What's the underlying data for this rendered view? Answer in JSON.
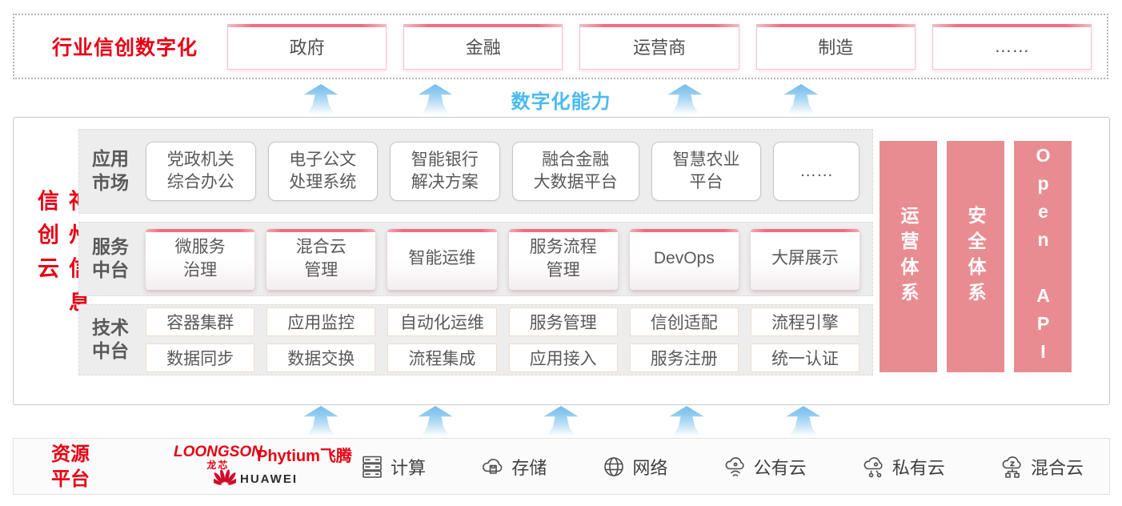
{
  "colors": {
    "accent_red": "#e60014",
    "pillar_pink": "#e98c91",
    "capability_blue": "#4abaf2",
    "row_background": "#ededed",
    "box_top_bar_pink": "#ee6c81"
  },
  "top_band": {
    "label": "行业信创数字化",
    "items": [
      "政府",
      "金融",
      "运营商",
      "制造",
      "……"
    ]
  },
  "capability": {
    "label": "数字化能力"
  },
  "main": {
    "vertical_title": "神州信息信创云",
    "app_row": {
      "label": "应用\n市场",
      "items": [
        "党政机关\n综合办公",
        "电子公文\n处理系统",
        "智能银行\n解决方案",
        "融合金融\n大数据平台",
        "智慧农业\n平台",
        "……"
      ]
    },
    "service_row": {
      "label": "服务\n中台",
      "items": [
        "微服务\n治理",
        "混合云\n管理",
        "智能运维",
        "服务流程\n管理",
        "DevOps",
        "大屏展示"
      ]
    },
    "tech_row": {
      "label": "技术\n中台",
      "items_top": [
        "容器集群",
        "应用监控",
        "自动化运维",
        "服务管理",
        "信创适配",
        "流程引擎"
      ],
      "items_bottom": [
        "数据同步",
        "数据交换",
        "流程集成",
        "应用接入",
        "服务注册",
        "统一认证"
      ]
    },
    "pillars": [
      "运营体系",
      "安全体系",
      "Open API"
    ]
  },
  "bottom_band": {
    "label": "资源\n平台",
    "logos": {
      "loongson": "LOONGSON",
      "loongson_cn": "龙芯",
      "phytium": "Phytium飞腾",
      "huawei": "HUAWEI"
    },
    "resources": [
      {
        "icon": "compute-server-icon",
        "label": "计算"
      },
      {
        "icon": "storage-cloud-icon",
        "label": "存储"
      },
      {
        "icon": "network-globe-icon",
        "label": "网络"
      },
      {
        "icon": "public-cloud-icon",
        "label": "公有云"
      },
      {
        "icon": "private-cloud-icon",
        "label": "私有云"
      },
      {
        "icon": "hybrid-cloud-icon",
        "label": "混合云"
      }
    ]
  }
}
